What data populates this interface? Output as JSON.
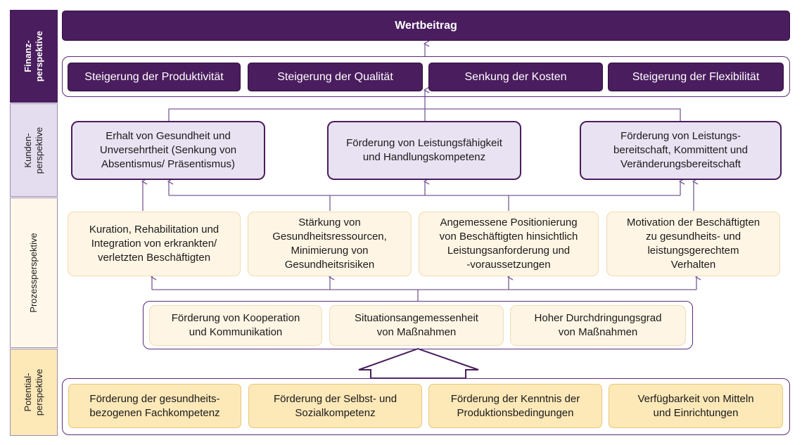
{
  "perspectives": {
    "finanz": "Finanz-\nperspektive",
    "kunden": "Kunden-\nperspektive",
    "prozess": "Prozessperspektive",
    "potential": "Potential-\nperspektive"
  },
  "wertbeitrag": "Wertbeitrag",
  "finanz_boxes": [
    "Steigerung der Produktivität",
    "Steigerung der Qualität",
    "Senkung der Kosten",
    "Steigerung der Flexibilität"
  ],
  "kunden_boxes": [
    "Erhalt von Gesundheit und\nUnversehrtheit (Senkung von\nAbsentismus/ Präsentismus)",
    "Förderung von Leistungsfähigkeit\nund Handlungskompetenz",
    "Förderung von Leistungs-\nbereitschaft, Kommittent und\nVeränderungsbereitschaft"
  ],
  "prozess_boxes": [
    "Kuration, Rehabilitation und\nIntegration von erkrankten/\nverletzten Beschäftigten",
    "Stärkung von\nGesundheitsressourcen,\nMinimierung von\nGesundheitsrisiken",
    "Angemessene Positionierung\nvon Beschäftigten hinsichtlich\nLeistungsanforderung und\n-voraussetzungen",
    "Motivation der Beschäftigten\nzu gesundheits- und\nleistungsgerechtem\nVerhalten"
  ],
  "prozess_mid_boxes": [
    "Förderung von Kooperation\nund Kommunikation",
    "Situationsangemessenheit\nvon Maßnahmen",
    "Hoher Durchdringungsgrad\nvon Maßnahmen"
  ],
  "potential_boxes": [
    "Förderung der gesundheits-\nbezogenen Fachkompetenz",
    "Förderung der Selbst- und\nSozialkompetenz",
    "Förderung der Kenntnis der\nProduktionsbedingungen",
    "Verfügbarkeit von Mitteln\nund Einrichtungen"
  ],
  "colors": {
    "dark_purple": "#4a1d5e",
    "light_purple": "#e9e2f2",
    "process_fill": "#fff5e4",
    "potential_fill": "#fde8b8",
    "connector": "#7a5a96"
  }
}
